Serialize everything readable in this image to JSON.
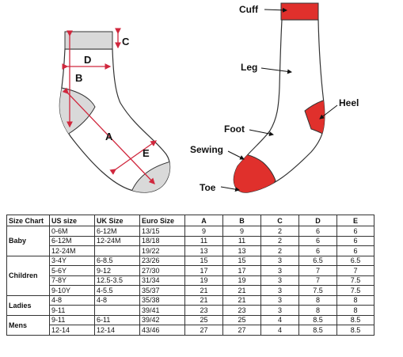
{
  "diagram": {
    "left_labels": {
      "c": "C",
      "d": "D",
      "b": "B",
      "a": "A",
      "e": "E"
    },
    "right_labels": {
      "cuff": "Cuff",
      "leg": "Leg",
      "heel": "Heel",
      "foot": "Foot",
      "sewing": "Sewing",
      "toe": "Toe"
    },
    "colors": {
      "accent": "#e0302c",
      "sock_fill": "#ffffff",
      "pad_gray": "#d9d9d9",
      "dim_line": "#d0273d"
    }
  },
  "table": {
    "headers": [
      "Size Chart",
      "US size",
      "UK Size",
      "Euro Size",
      "A",
      "B",
      "C",
      "D",
      "E"
    ],
    "groups": [
      {
        "name": "Baby",
        "rows": [
          [
            "0-6M",
            "6-12M",
            "13/15",
            "9",
            "9",
            "2",
            "6",
            "6"
          ],
          [
            "6-12M",
            "12-24M",
            "18/18",
            "11",
            "11",
            "2",
            "6",
            "6"
          ],
          [
            "12-24M",
            "",
            "19/22",
            "13",
            "13",
            "2",
            "6",
            "6"
          ]
        ]
      },
      {
        "name": "Children",
        "rows": [
          [
            "3-4Y",
            "6-8.5",
            "23/26",
            "15",
            "15",
            "3",
            "6.5",
            "6.5"
          ],
          [
            "5-6Y",
            "9-12",
            "27/30",
            "17",
            "17",
            "3",
            "7",
            "7"
          ],
          [
            "7-8Y",
            "12.5-3.5",
            "31/34",
            "19",
            "19",
            "3",
            "7",
            "7.5"
          ],
          [
            "9-10Y",
            "4-5.5",
            "35/37",
            "21",
            "21",
            "3",
            "7.5",
            "7.5"
          ]
        ]
      },
      {
        "name": "Ladies",
        "rows": [
          [
            "4-8",
            "4-8",
            "35/38",
            "21",
            "21",
            "3",
            "8",
            "8"
          ],
          [
            "9-11",
            "",
            "39/41",
            "23",
            "23",
            "3",
            "8",
            "8"
          ]
        ]
      },
      {
        "name": "Mens",
        "rows": [
          [
            "9-11",
            "6-11",
            "39/42",
            "25",
            "25",
            "4",
            "8.5",
            "8.5"
          ],
          [
            "12-14",
            "12-14",
            "43/46",
            "27",
            "27",
            "4",
            "8.5",
            "8.5"
          ]
        ]
      }
    ]
  }
}
